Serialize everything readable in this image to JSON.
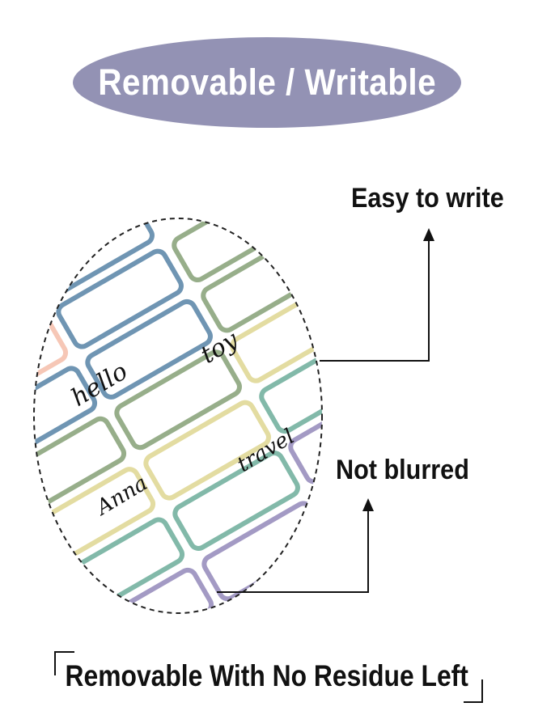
{
  "header": {
    "title": "Removable / Writable"
  },
  "callouts": {
    "easy_to_write": "Easy to write",
    "not_blurred": "Not blurred"
  },
  "labels": {
    "hello": "hello",
    "toy": "toy",
    "anna": "Anna",
    "travel": "travel"
  },
  "footer": {
    "text": "Removable With No Residue Left"
  },
  "colors": {
    "pill": "#9392b4",
    "pink": "#f6c7b6",
    "blue": "#6f95b3",
    "green": "#97ae8a",
    "yellow": "#e3dca1",
    "teal": "#82b9a9",
    "purple": "#a39ac4",
    "gray": "#bdbbb4"
  }
}
